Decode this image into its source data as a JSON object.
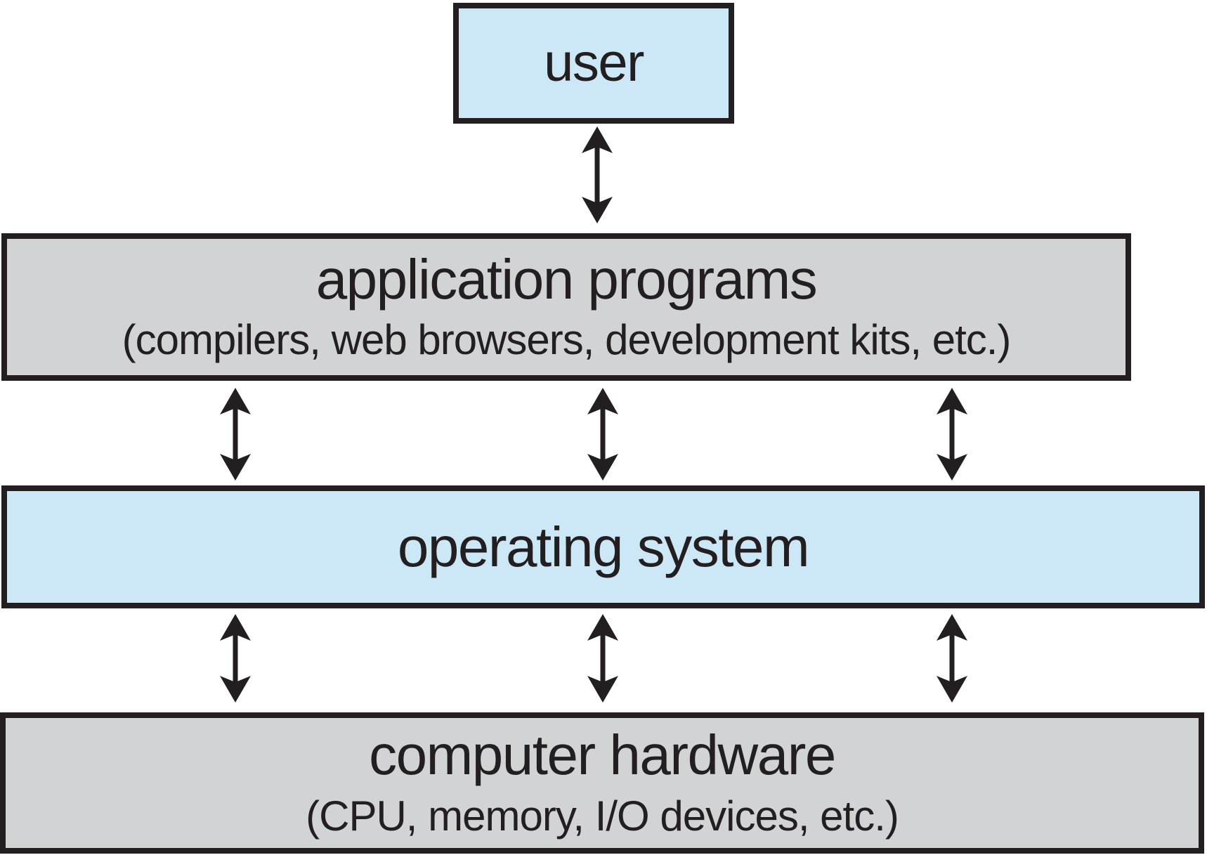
{
  "diagram": {
    "layers": [
      {
        "id": "user",
        "label": "user"
      },
      {
        "id": "application-programs",
        "label": "application programs",
        "sublabel": "(compilers, web browsers, development kits, etc.)"
      },
      {
        "id": "operating-system",
        "label": "operating system"
      },
      {
        "id": "computer-hardware",
        "label": "computer hardware",
        "sublabel": "(CPU, memory, I/O devices, etc.)"
      }
    ],
    "connections": [
      {
        "from": "user",
        "to": "application-programs",
        "type": "bidirectional",
        "arrow_count": 1
      },
      {
        "from": "application-programs",
        "to": "operating-system",
        "type": "bidirectional",
        "arrow_count": 3
      },
      {
        "from": "operating-system",
        "to": "computer-hardware",
        "type": "bidirectional",
        "arrow_count": 3
      }
    ],
    "icons": {
      "double_arrow": "double-headed-vertical-arrow"
    },
    "colors": {
      "blue": "#cce8f7",
      "gray": "#d2d3d5",
      "outline": "#231f20",
      "background": "#ffffff"
    }
  }
}
